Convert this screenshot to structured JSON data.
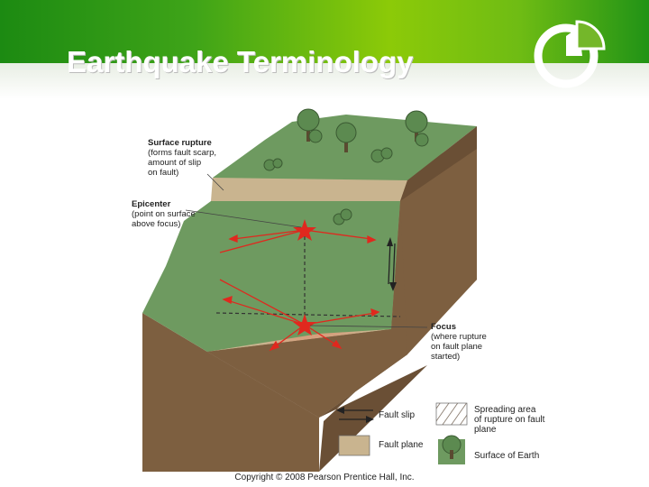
{
  "slide": {
    "title": "Earthquake Terminology",
    "copyright": "Copyright © 2008 Pearson Prentice Hall, Inc."
  },
  "labels": {
    "surface_rupture": {
      "heading": "Surface rupture",
      "lines": [
        "(forms fault scarp,",
        "amount of slip",
        "on fault)"
      ]
    },
    "epicenter": {
      "heading": "Epicenter",
      "lines": [
        "(point on surface",
        "above focus)"
      ]
    },
    "focus": {
      "heading": "Focus",
      "lines": [
        "(where rupture",
        "on fault plane",
        "started)"
      ]
    }
  },
  "legend": {
    "fault_slip": "Fault slip",
    "fault_plane": "Fault plane",
    "spreading": [
      "Spreading area",
      "of rupture on fault",
      "plane"
    ],
    "surface": "Surface of Earth"
  },
  "colors": {
    "header_green": "#3fa418",
    "grass": "#6e9a60",
    "soil": "#7d5f40",
    "fault_plane": "#c9b48f",
    "rupture_red": "#e0281e"
  }
}
